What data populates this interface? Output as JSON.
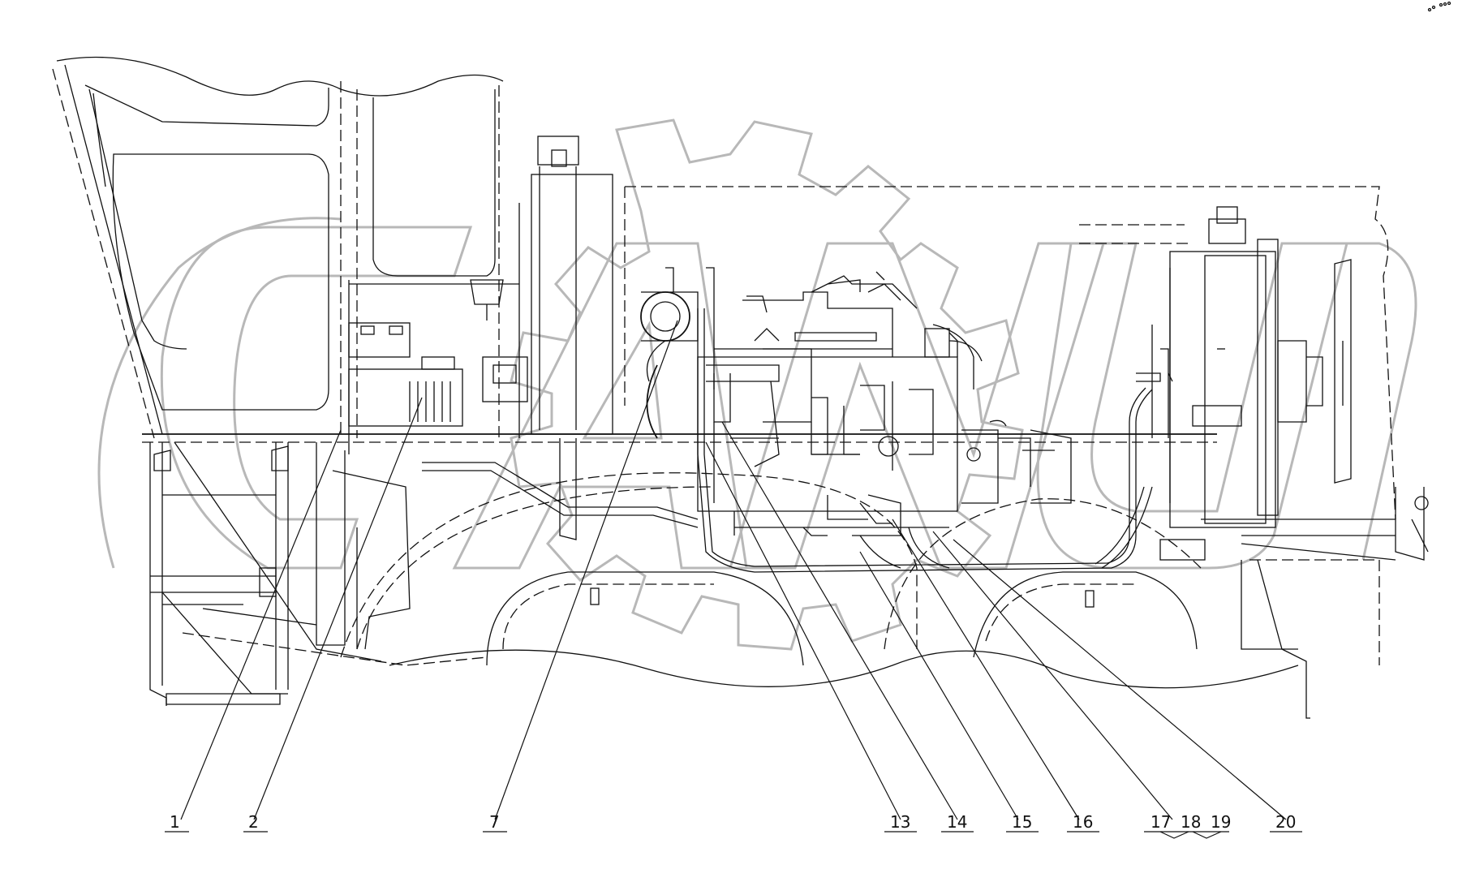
{
  "drawing": {
    "corner_marks": "",
    "callouts": [
      {
        "id": "c1",
        "label": "1"
      },
      {
        "id": "c2",
        "label": "2"
      },
      {
        "id": "c7",
        "label": "7"
      },
      {
        "id": "c13",
        "label": "13"
      },
      {
        "id": "c14",
        "label": "14"
      },
      {
        "id": "c15",
        "label": "15"
      },
      {
        "id": "c16",
        "label": "16"
      },
      {
        "id": "c17",
        "label": "17"
      },
      {
        "id": "c18",
        "label": "18"
      },
      {
        "id": "c19",
        "label": "19"
      },
      {
        "id": "c20",
        "label": "20"
      }
    ]
  },
  "colors": {
    "line": "#111111",
    "watermark": "#b8b8b8",
    "background": "#ffffff"
  }
}
